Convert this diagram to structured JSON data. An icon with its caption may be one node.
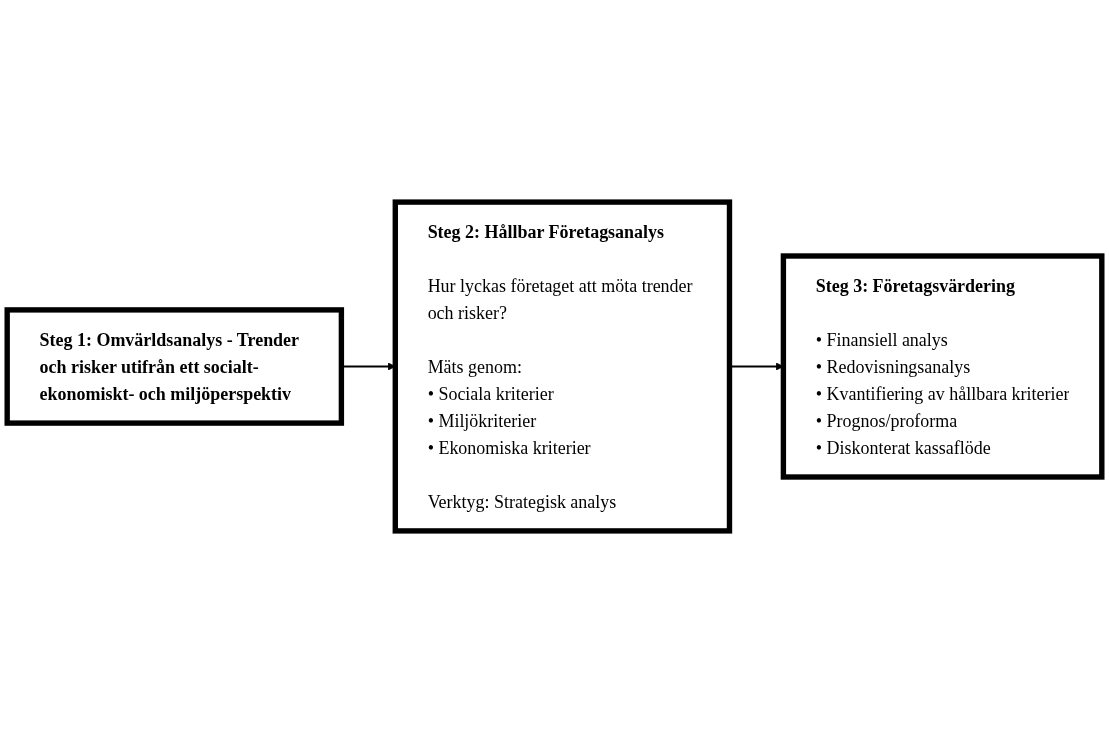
{
  "diagram": {
    "nodes": [
      {
        "text": [
          "Steg 1: Omvärldsanalys - Trender och risker utifrån ett socialt- ekonomiskt- och miljöperspektiv"
        ]
      },
      {
        "text": [
          "Steg 2: Hållbar Företagsanalys",
          "Hur lyckas företaget att möta trender och risker?",
          "Mäts genom:",
          "• Sociala kriterier",
          "• Miljökriterier",
          "• Ekonomiska kriterier",
          "Verktyg: Strategisk analys"
        ]
      },
      {
        "text": [
          "Steg 3: Företagsvärdering",
          "• Finansiell analys",
          "• Redovisningsanalys",
          "• Kvantifiering av hållbara kriterier",
          "• Prognos/proforma",
          "• Diskonterat kassaflöde"
        ]
      }
    ],
    "edges": [
      {
        "from": 0,
        "to": 1,
        "arrow": "to"
      },
      {
        "from": 1,
        "to": 2,
        "arrow": "to"
      }
    ]
  }
}
